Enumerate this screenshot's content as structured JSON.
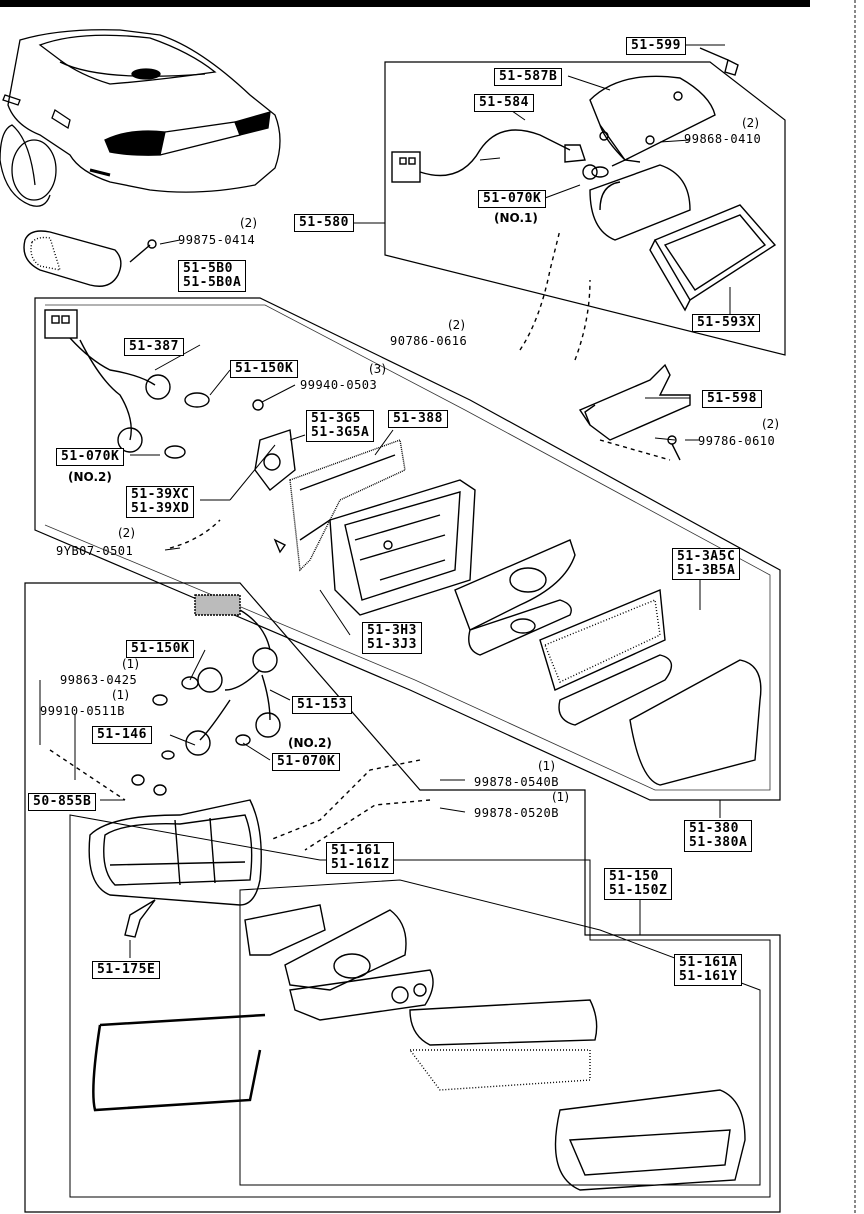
{
  "callouts": {
    "p51_599": "51-599",
    "p51_587b": "51-587B",
    "p51_584": "51-584",
    "p51_070k_no1": "51-070K",
    "p51_580": "51-580",
    "p51_593x": "51-593X",
    "p51_598": "51-598",
    "p51_5b0": "51-5B0",
    "p51_5b0a": "51-5B0A",
    "p51_387": "51-387",
    "p51_150k_a": "51-150K",
    "p51_070k_no2a": "51-070K",
    "p51_39xc": "51-39XC",
    "p51_39xd": "51-39XD",
    "p51_3g5": "51-3G5",
    "p51_3g5a": "51-3G5A",
    "p51_388": "51-388",
    "p51_3h3": "51-3H3",
    "p51_3j3": "51-3J3",
    "p51_3a5c": "51-3A5C",
    "p51_3b5a": "51-3B5A",
    "p51_150k_b": "51-150K",
    "p51_153": "51-153",
    "p51_146": "51-146",
    "p51_070k_no2b": "51-070K",
    "p50_855b": "50-855B",
    "p51_380": "51-380",
    "p51_380a": "51-380A",
    "p51_161": "51-161",
    "p51_161z": "51-161Z",
    "p51_150": "51-150",
    "p51_150z": "51-150Z",
    "p51_161a": "51-161A",
    "p51_161y": "51-161Y",
    "p51_175e": "51-175E"
  },
  "bolts": {
    "b99868": "99868-0410",
    "b99875": "99875-0414",
    "b90786": "90786-0616",
    "b99940": "99940-0503",
    "b99786": "99786-0610",
    "b9yb07": "9YB07-0501",
    "b99863": "99863-0425",
    "b99910": "99910-0511B",
    "b99878a": "99878-0540B",
    "b99878b": "99878-0520B"
  },
  "quantities": {
    "q2": "(2)",
    "q3": "(3)",
    "q1": "(1)"
  },
  "notes": {
    "no1": "(NO.1)",
    "no2": "(NO.2)"
  }
}
